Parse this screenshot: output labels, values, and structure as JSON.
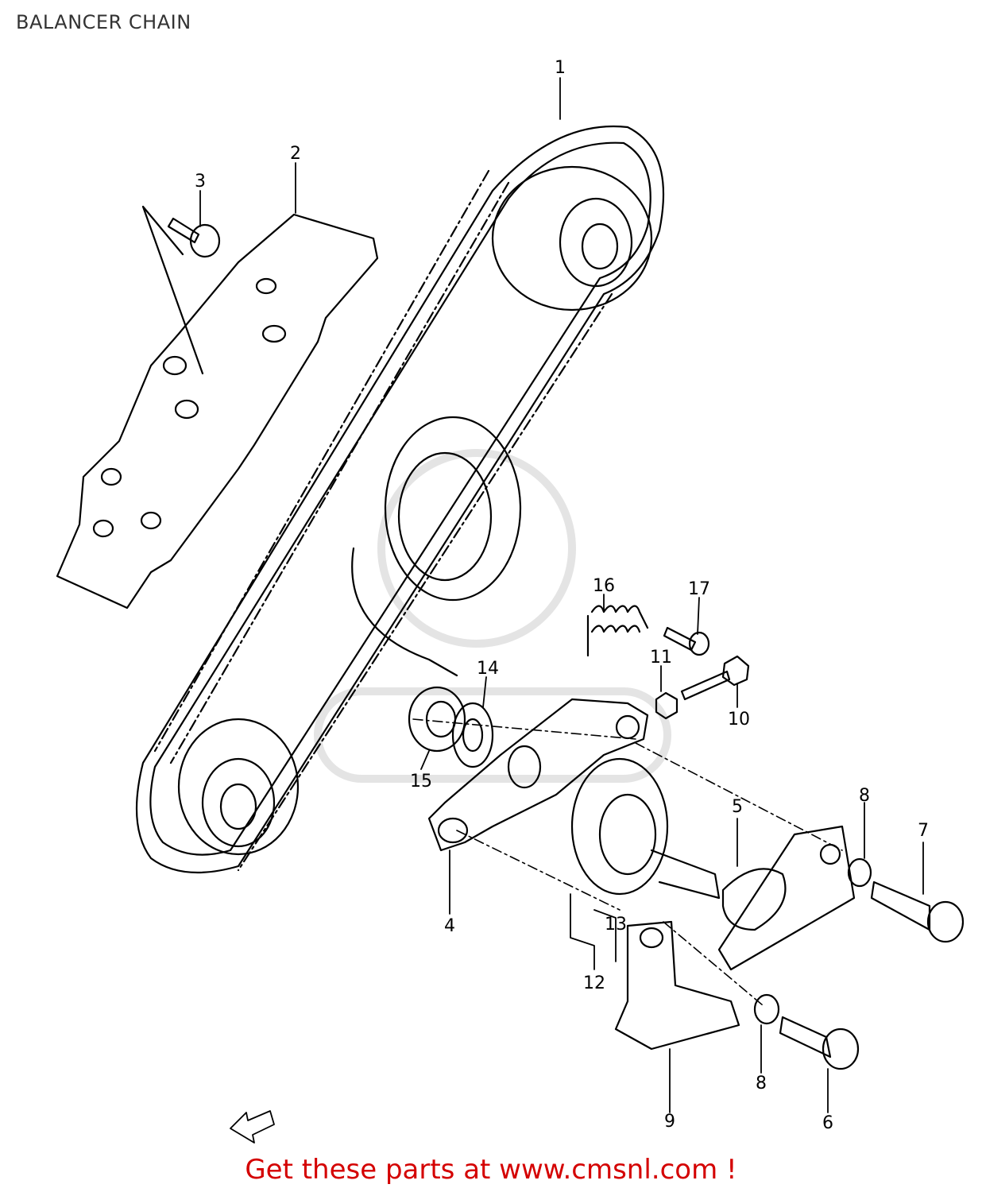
{
  "header": {
    "title": "BALANCER CHAIN"
  },
  "callouts": {
    "p1": "1",
    "p2": "2",
    "p3": "3",
    "p4": "4",
    "p5": "5",
    "p6": "6",
    "p7": "7",
    "p8a": "8",
    "p8b": "8",
    "p9": "9",
    "p10": "10",
    "p11": "11",
    "p12": "12",
    "p13": "13",
    "p14": "14",
    "p15": "15",
    "p16": "16",
    "p17": "17"
  },
  "footer": {
    "text": "Get these parts at www.cmsnl.com !"
  },
  "colors": {
    "footer_text": "#d40000",
    "line": "#000000"
  },
  "icons": {
    "front_arrow": "front-direction-arrow-icon"
  }
}
